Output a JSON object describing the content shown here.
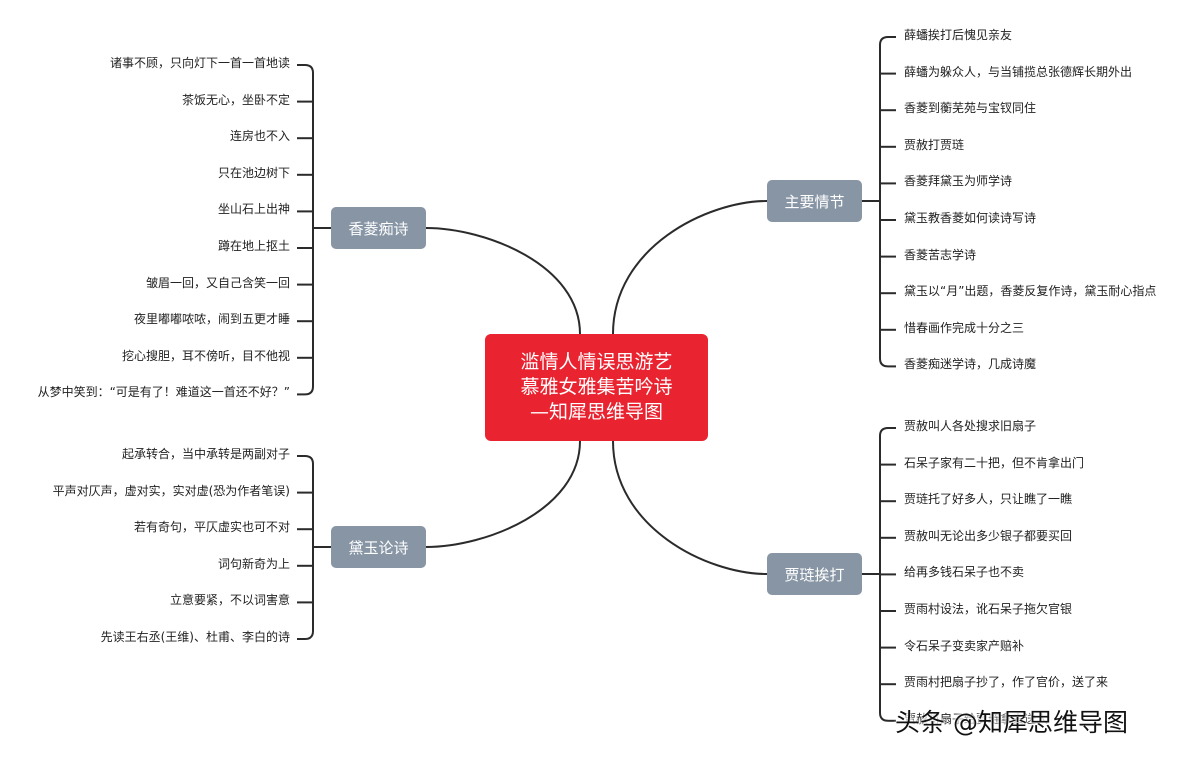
{
  "center": {
    "lines": [
      "滥情人情误思游艺",
      "慕雅女雅集苦吟诗",
      "—知犀思维导图"
    ]
  },
  "colors": {
    "center": "#ea2330",
    "branch": "#8795a5",
    "line": "#2b2b2b"
  },
  "branches": [
    {
      "label": "香菱痴诗",
      "side": "left",
      "items": [
        "诸事不顾，只向灯下一首一首地读",
        "茶饭无心，坐卧不定",
        "连房也不入",
        "只在池边树下",
        "坐山石上出神",
        "蹲在地上抠土",
        "皱眉一回，又自己含笑一回",
        "夜里嘟嘟哝哝，闹到五更才睡",
        "挖心搜胆，耳不傍听，目不他视",
        "从梦中笑到：“可是有了！难道这一首还不好？”"
      ]
    },
    {
      "label": "黛玉论诗",
      "side": "left",
      "items": [
        "起承转合，当中承转是两副对子",
        "平声对仄声，虚对实，实对虚(恐为作者笔误)",
        "若有奇句，平仄虚实也可不对",
        "词句新奇为上",
        "立意要紧，不以词害意",
        "先读王右丞(王维)、杜甫、李白的诗"
      ]
    },
    {
      "label": "主要情节",
      "side": "right",
      "items": [
        "薛蟠挨打后愧见亲友",
        "薛蟠为躲众人，与当铺揽总张德辉长期外出",
        "香菱到蘅芜苑与宝钗同住",
        "贾赦打贾琏",
        "香菱拜黛玉为师学诗",
        "黛玉教香菱如何读诗写诗",
        "香菱苦志学诗",
        "黛玉以“月”出题，香菱反复作诗，黛玉耐心指点",
        "惜春画作完成十分之三",
        "香菱痴迷学诗，几成诗魔"
      ]
    },
    {
      "label": "贾琏挨打",
      "side": "right",
      "items": [
        "贾赦叫人各处搜求旧扇子",
        "石呆子家有二十把，但不肯拿出门",
        "贾琏托了好多人，只让瞧了一瞧",
        "贾赦叫无论出多少银子都要买回",
        "给再多钱石呆子也不卖",
        "贾雨村设法，讹石呆子拖欠官银",
        "令石呆子变卖家产赔补",
        "贾雨村把扇子抄了，作了官价，送了来",
        "贾赦将扇子给贾琏拿去送人"
      ]
    }
  ],
  "watermark": "头条 @知犀思维导图"
}
